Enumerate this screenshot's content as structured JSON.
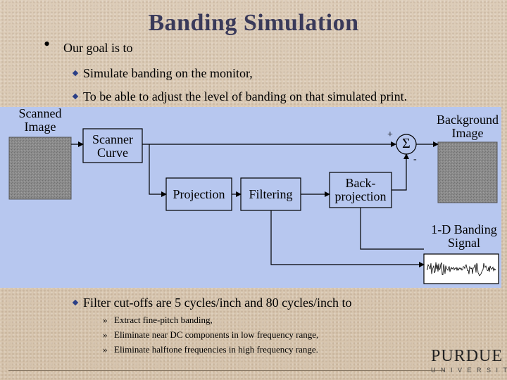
{
  "slide": {
    "title": "Banding Simulation",
    "bullet_marker": "•",
    "main_bullet": "Our goal is to",
    "sub_bullets": [
      "Simulate banding on the monitor,",
      "To be able to adjust the level of banding on that simulated print."
    ]
  },
  "diagram": {
    "scanned_image_label_line1": "Scanned",
    "scanned_image_label_line2": "Image",
    "scanner_curve_line1": "Scanner",
    "scanner_curve_line2": "Curve",
    "projection": "Projection",
    "filtering": "Filtering",
    "backprojection_line1": "Back-",
    "backprojection_line2": "projection",
    "sum_symbol": "Σ",
    "plus_sign": "+",
    "minus_sign": "-",
    "background_image_line1": "Background",
    "background_image_line2": "Image",
    "banding_signal_line1": "1-D Banding",
    "banding_signal_line2": "Signal"
  },
  "notes": {
    "filter_bullet": "Filter cut-offs are 5 cycles/inch and 80 cycles/inch to",
    "sub_marker": "»",
    "items": [
      "Extract fine-pitch banding,",
      "Eliminate near DC components in low frequency range,",
      "Eliminate halftone frequencies in high frequency range."
    ]
  },
  "logo": {
    "name": "PURDUE",
    "sub": "UNIVERSITY"
  },
  "colors": {
    "diagram_background": "#b7c7ef",
    "slide_background": "#d9c9b4",
    "title_color": "#3a3a5a",
    "diamond_bullet": "#2b3f86"
  }
}
